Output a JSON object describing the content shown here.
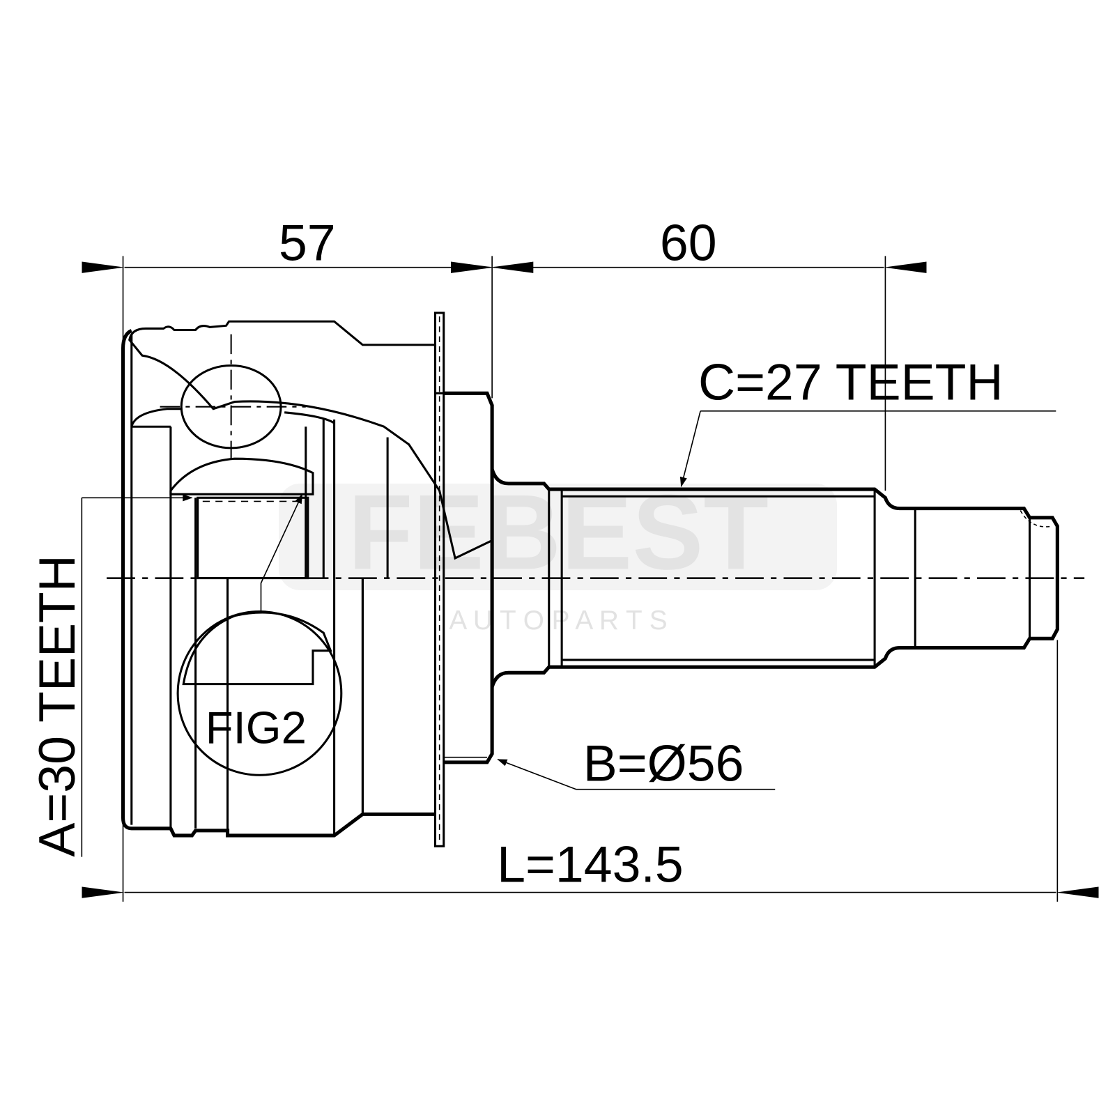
{
  "drawing": {
    "dimensions": {
      "housing_length": "57",
      "shaft_length": "60",
      "overall_length": "L=143.5"
    },
    "labels": {
      "outer_spline": "C=27 TEETH",
      "abs_ring": "B=Ø56",
      "inner_spline": "A=30 TEETH",
      "detail": "FIG2"
    },
    "watermark": {
      "brand": "FEBEST",
      "tagline": "A U T O   P A R T S"
    },
    "colors": {
      "line": "#000000",
      "watermark": "#e2e2e2"
    }
  }
}
